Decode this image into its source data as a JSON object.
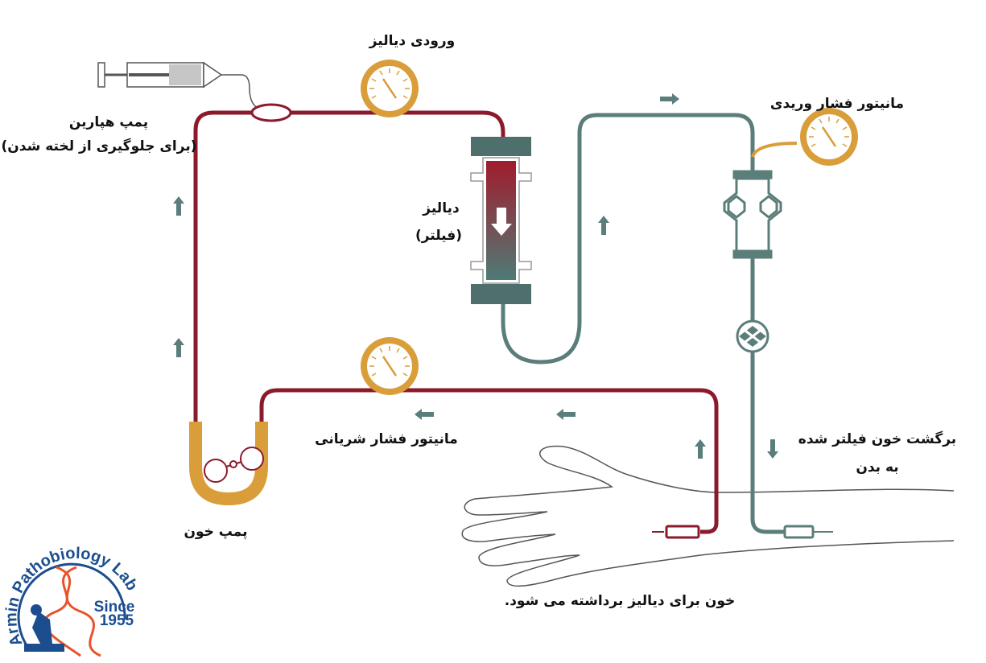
{
  "labels": {
    "dialyzer_inlet": "ورودی دیالیز",
    "heparin_pump": "پمپ هپارین",
    "heparin_note": "(برای جلوگیری از لخته شدن)",
    "venous_monitor": "مانیتور فشار وریدی",
    "dialyzer": "دیالیز",
    "dialyzer_note": "(فیلتر)",
    "arterial_monitor": "مانیتور فشار شریانی",
    "blood_pump": "پمپ خون",
    "return_line1": "برگشت خون فیلتر شده",
    "return_line2": "به بدن",
    "blood_removed": "خون برای دیالیز برداشته می شود."
  },
  "logo": {
    "name": "Armin Pathobiology Lab",
    "since": "Since",
    "year": "1955"
  },
  "colors": {
    "arterial": "#8b1a2b",
    "venous": "#5b7e7b",
    "gauge": "#d99e3a",
    "logo_blue": "#1c4e8f",
    "logo_red": "#e8542a"
  }
}
